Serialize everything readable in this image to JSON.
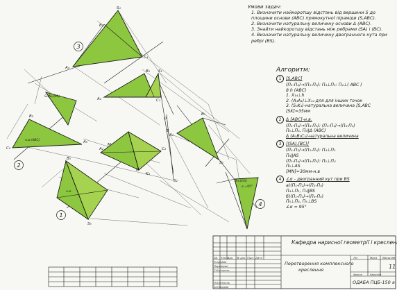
{
  "notes": {
    "title": "Умови задач:",
    "items": [
      "1. Визначити найкоротшу відстань від вершини S до",
      "площини основи (ABC) прямокутної піраміди (S,ABC).",
      "2. Визначити натуральну величину основи Δ (ABC).",
      "3. Знайти найкоротшу відстань між ребрами (SA) і (BC).",
      "4. Визначити натуральну величину двогранного кута при",
      "ребрі (BS)."
    ]
  },
  "algorithm": {
    "heading": "Алгоритм:",
    "steps": [
      {
        "num": "1",
        "lines": [
          "[S,ABC]",
          "(П₁-П₂)→(П₁-П₄): П₄⊥П₁: П₄⊥( ABC )",
          "8 h (ABC)",
          "1. X₁₄⊥h",
          "2. (A₄A₁)⊥X₁₄ для для інших точок",
          "3. (S₄K₄)-натуральна величина [S,ABC",
          "[SK]=35мм"
        ]
      },
      {
        "num": "2",
        "lines": [
          "Δ [ABC]-н.в.",
          "(П₁-П₄)→(П₄-П₅): (П₁-П₄)→(П₄-П₅)",
          "П₅⊥П₄, П₅∥Δ (ABC)",
          "Δ (A₅B₅C₅)-натуральна величина"
        ]
      },
      {
        "num": "3",
        "lines": [
          "[(SA),(BC)]",
          "(П₁-П₂)→(П₁-П₄): П₄⊥П₁",
          "П₄∥AS",
          "(П₁-П₄)→(П₄-П₅): П₅⊥П₄",
          "П₅⊥AS",
          "[MN]=30мм-н.в"
        ]
      },
      {
        "num": "4",
        "lines": [
          "∠α - двогранний кут при BS",
          "a)(П₁-П₂)→(П₁-П₄)",
          "П₄⊥П₁, П₄∥BS",
          "б)(П₁-П₄)→(П₄-П₅)",
          "П₅⊥П₄, П₅⊥BS",
          "∠α = 95°"
        ]
      }
    ]
  },
  "title_block": {
    "department": "Кафедра нарисної геометрії і креслення",
    "subject_line1": "Перетворення комплексного",
    "subject_line2": "креслення",
    "sheet_number": "11",
    "code": "ОДАБА ПЦБ-150 а",
    "row_headers": [
      "Зм.",
      "Кільк.",
      "Арк.",
      "№ док.",
      "Підп.",
      "Дата"
    ],
    "role_labels": [
      "Розробив",
      "Перевірив",
      "Т.Контроль",
      "Н.Контроль",
      "Затвердив"
    ],
    "col_labels": [
      "Літ.",
      "Маса",
      "Масштаб"
    ],
    "sheet_label": "Аркуш",
    "sheets_label": "Аркушів"
  },
  "drawing": {
    "circle_labels": [
      "1",
      "2",
      "3",
      "4"
    ],
    "point_labels": [
      "S₄",
      "A₄",
      "B₄",
      "C₄",
      "S₁",
      "A₁",
      "B₁",
      "C₁",
      "S₂",
      "A₂",
      "B₂",
      "C₂",
      "S₅",
      "A₅",
      "B₅",
      "C₅",
      "K₄",
      "M",
      "N",
      "D",
      "E",
      "A₂",
      "S₅",
      "B₅"
    ],
    "annotations": [
      "S₅(N₅)(M₅)",
      "н.в.(ABC)",
      "н.в.",
      "Вн.б(Si)",
      "α =95°"
    ],
    "fill_color": "#8dc63f",
    "line_color": "#1c1c1c"
  }
}
